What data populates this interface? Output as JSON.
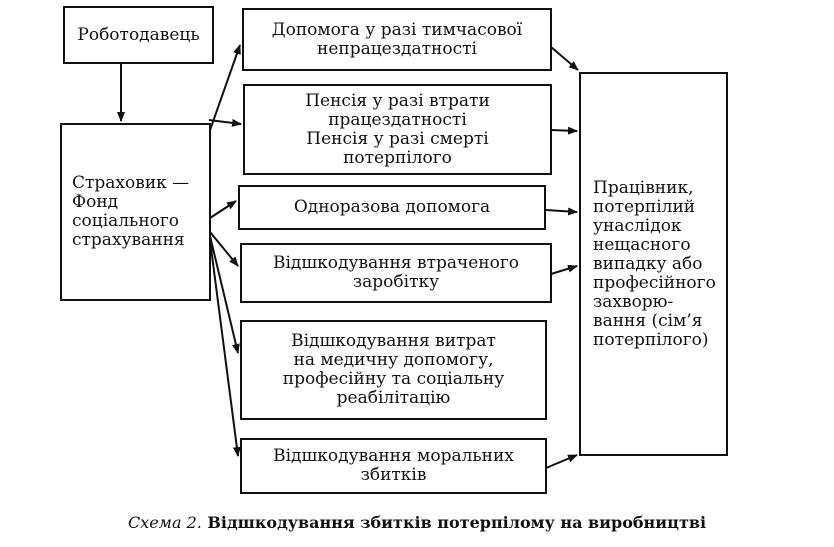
{
  "diagram": {
    "employer": "Роботодавець",
    "insurer": "Страховик —\nФонд\nсоціального\nстрахування",
    "recipient": "Працівник,\nпотерпілий\nунаслідок\nнещасного\nвипадку або\nпрофесійного\nзахворю-\nвання (сім’я\nпотерпілого)",
    "benefits": [
      "Допомога у разі тимчасової\nнепрацездатності",
      "Пенсія у разі втрати\nпрацездатності\nПенсія у разі смерті\nпотерпілого",
      "Одноразова допомога",
      "Відшкодування втраченого\nзаробітку",
      "Відшкодування витрат\nна медичну допомогу,\nпрофесійну та соціальну\nреабілітацію",
      "Відшкодування моральних\nзбитків"
    ]
  },
  "caption": {
    "label": "Схема 2.",
    "text": " Відшкодування збитків потерпілому на виробництві"
  }
}
